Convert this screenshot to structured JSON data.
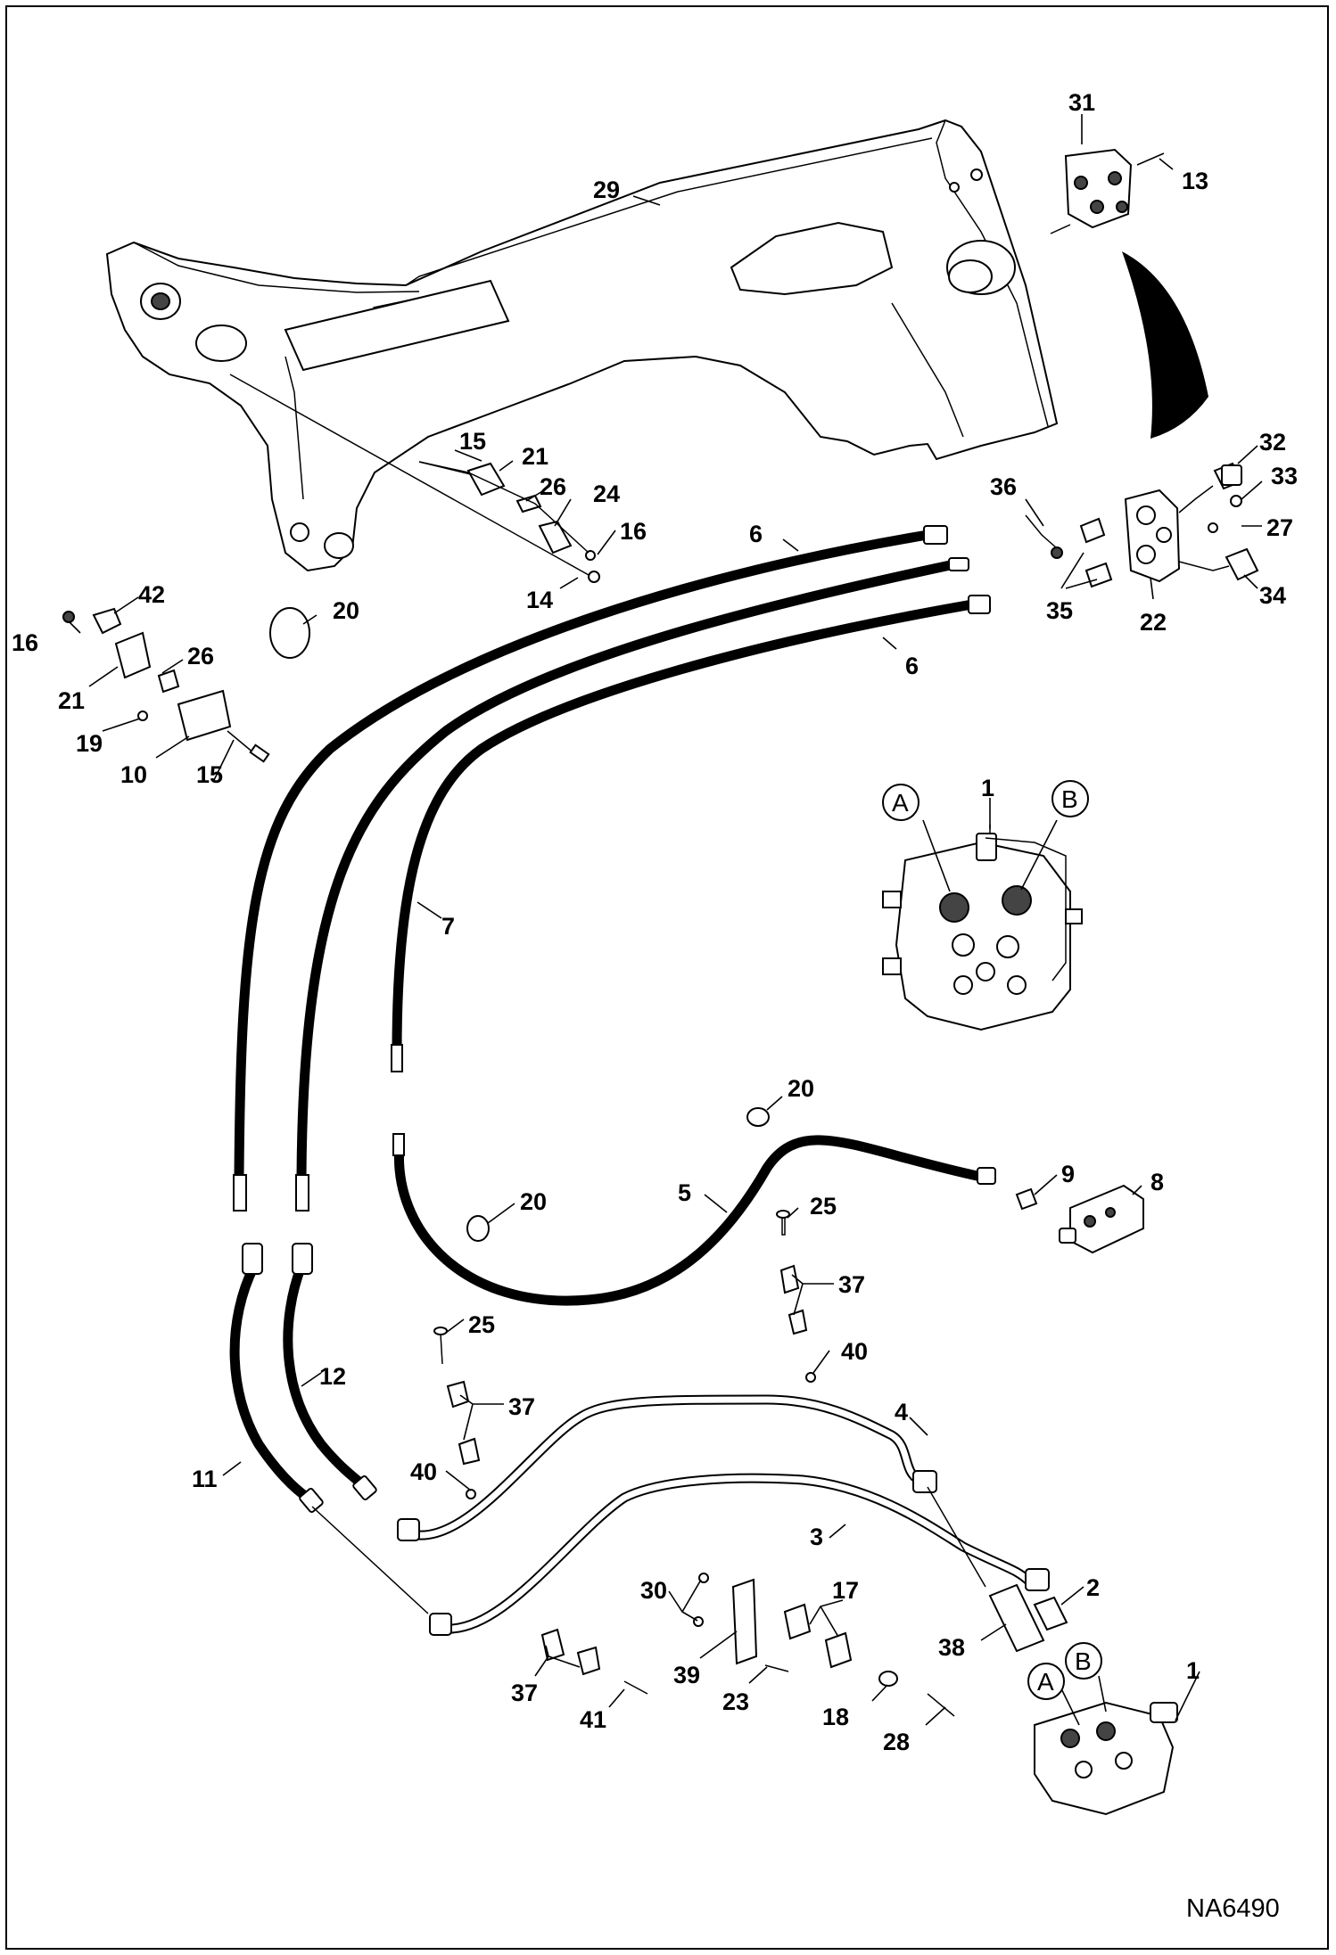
{
  "drawing_ref": "NA6490",
  "callouts": [
    {
      "id": "c31a",
      "text": "31"
    },
    {
      "id": "c13",
      "text": "13"
    },
    {
      "id": "c29",
      "text": "29"
    },
    {
      "id": "c15a",
      "text": "15"
    },
    {
      "id": "c21a",
      "text": "21"
    },
    {
      "id": "c26a",
      "text": "26"
    },
    {
      "id": "c24",
      "text": "24"
    },
    {
      "id": "c16a",
      "text": "16"
    },
    {
      "id": "c14",
      "text": "14"
    },
    {
      "id": "c32",
      "text": "32"
    },
    {
      "id": "c36",
      "text": "36"
    },
    {
      "id": "c33",
      "text": "33"
    },
    {
      "id": "c27",
      "text": "27"
    },
    {
      "id": "c34",
      "text": "34"
    },
    {
      "id": "c35",
      "text": "35"
    },
    {
      "id": "c22",
      "text": "22"
    },
    {
      "id": "c6a",
      "text": "6"
    },
    {
      "id": "c6b",
      "text": "6"
    },
    {
      "id": "c20a",
      "text": "20"
    },
    {
      "id": "c42",
      "text": "42"
    },
    {
      "id": "c16b",
      "text": "16"
    },
    {
      "id": "c26b",
      "text": "26"
    },
    {
      "id": "c21b",
      "text": "21"
    },
    {
      "id": "c19",
      "text": "19"
    },
    {
      "id": "c10",
      "text": "10"
    },
    {
      "id": "c15b",
      "text": "15"
    },
    {
      "id": "c1a",
      "text": "1"
    },
    {
      "id": "c7",
      "text": "7"
    },
    {
      "id": "c20b",
      "text": "20"
    },
    {
      "id": "c9",
      "text": "9"
    },
    {
      "id": "c8",
      "text": "8"
    },
    {
      "id": "c20c",
      "text": "20"
    },
    {
      "id": "c5",
      "text": "5"
    },
    {
      "id": "c25a",
      "text": "25"
    },
    {
      "id": "c37a",
      "text": "37"
    },
    {
      "id": "c40a",
      "text": "40"
    },
    {
      "id": "c25b",
      "text": "25"
    },
    {
      "id": "c12",
      "text": "12"
    },
    {
      "id": "c37b",
      "text": "37"
    },
    {
      "id": "c40b",
      "text": "40"
    },
    {
      "id": "c11",
      "text": "11"
    },
    {
      "id": "c4",
      "text": "4"
    },
    {
      "id": "c3",
      "text": "3"
    },
    {
      "id": "c2",
      "text": "2"
    },
    {
      "id": "c30",
      "text": "30"
    },
    {
      "id": "c17",
      "text": "17"
    },
    {
      "id": "c38",
      "text": "38"
    },
    {
      "id": "c1b",
      "text": "1"
    },
    {
      "id": "c39",
      "text": "39"
    },
    {
      "id": "c37c",
      "text": "37"
    },
    {
      "id": "c41",
      "text": "41"
    },
    {
      "id": "c23",
      "text": "23"
    },
    {
      "id": "c18",
      "text": "18"
    },
    {
      "id": "c28",
      "text": "28"
    }
  ],
  "port_labels": [
    {
      "id": "pA1",
      "text": "A"
    },
    {
      "id": "pB1",
      "text": "B"
    },
    {
      "id": "pA2",
      "text": "A"
    },
    {
      "id": "pB2",
      "text": "B"
    }
  ]
}
